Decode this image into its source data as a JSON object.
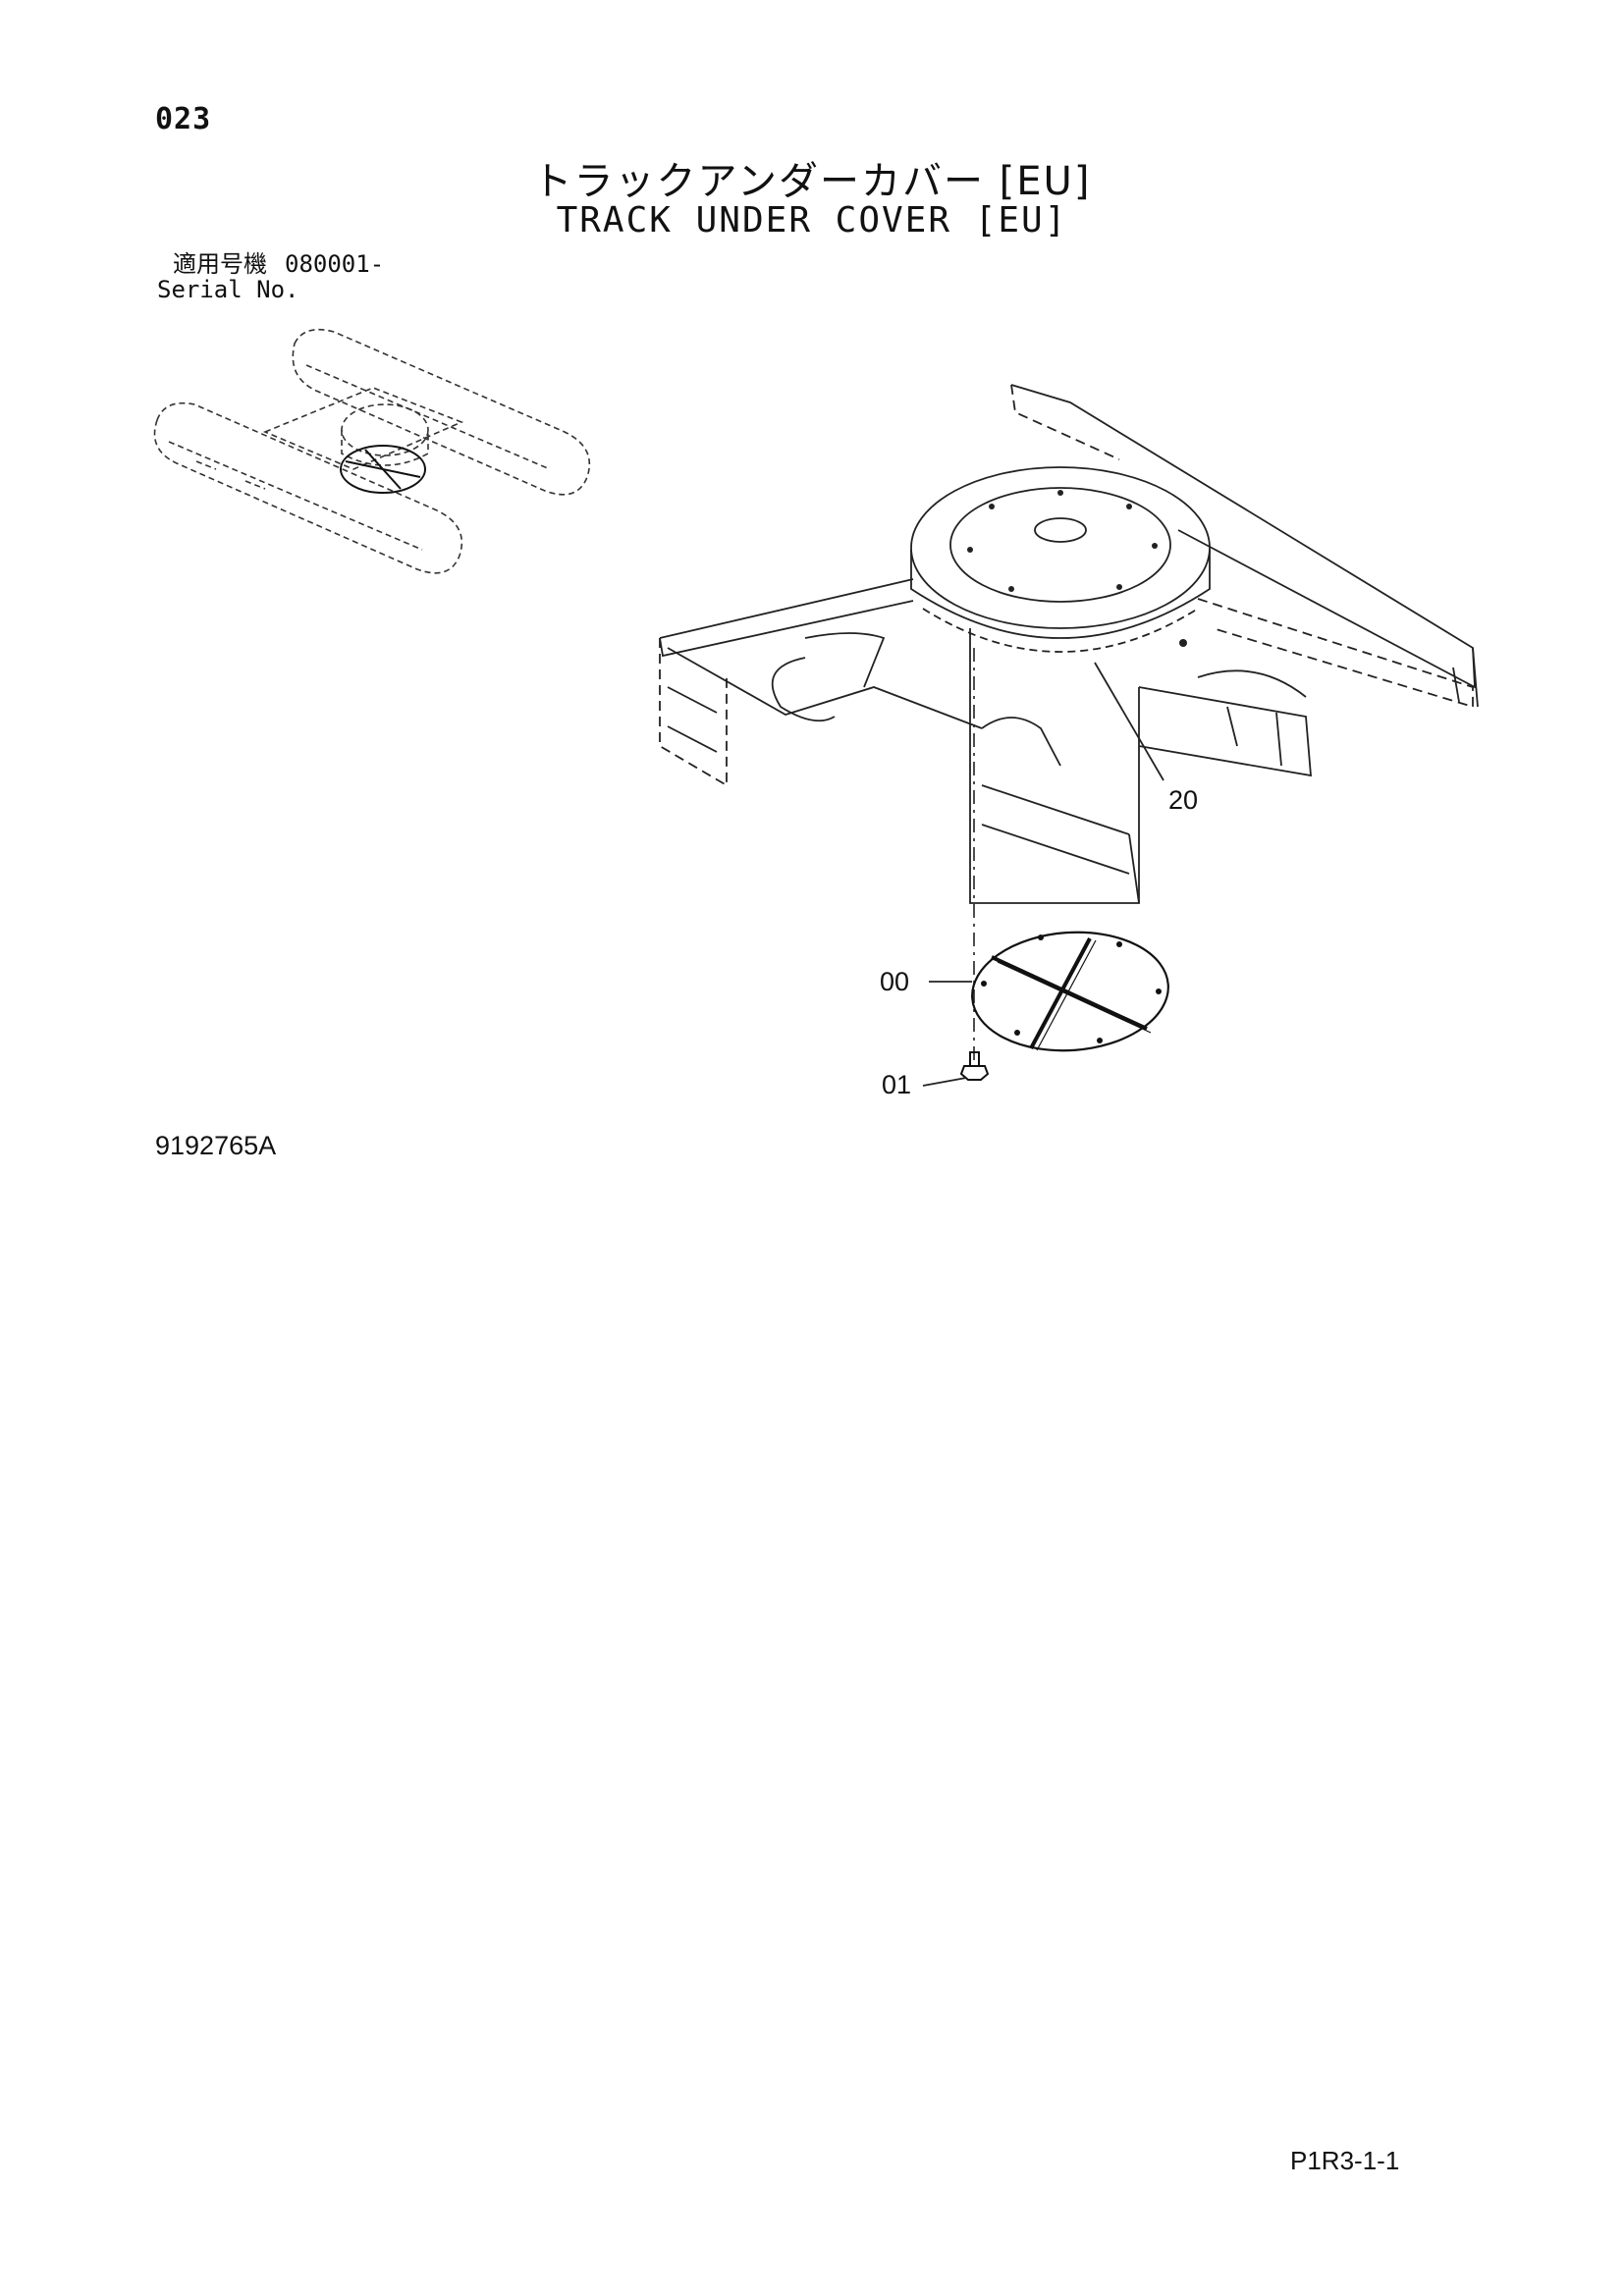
{
  "header": {
    "page_number": "023",
    "title_jp": "トラックアンダーカバー [EU]",
    "title_en": "TRACK UNDER COVER [EU]"
  },
  "serial": {
    "label_jp": "適用号機",
    "value": "080001-",
    "label_en": "Serial No."
  },
  "callouts": {
    "frame": "20",
    "cover": "00",
    "bolt": "01"
  },
  "footer": {
    "figure_code": "9192765A",
    "page_ref": "P1R3-1-1"
  },
  "icons": [
    "undercarriage-overview-icon",
    "track-frame-drawing",
    "under-cover-plate",
    "bolt-icon"
  ]
}
